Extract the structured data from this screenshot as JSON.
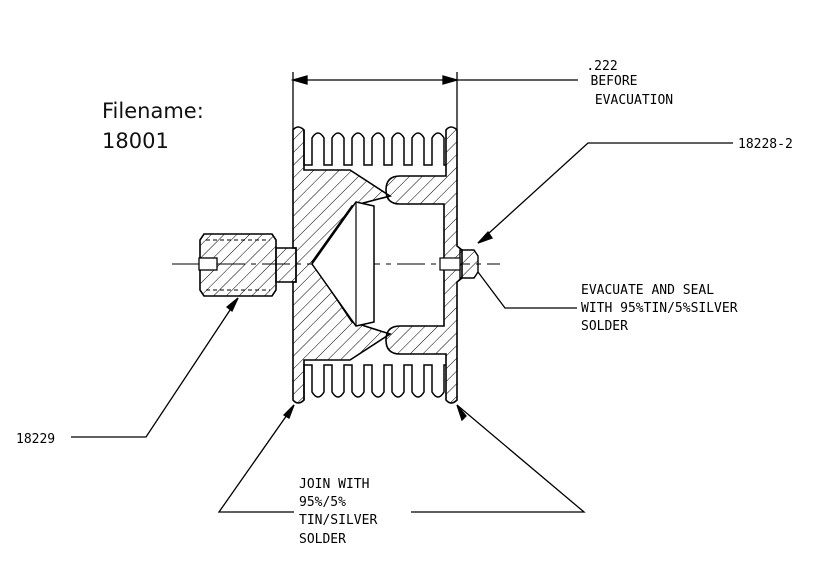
{
  "filename": {
    "label": "Filename:",
    "value": "18001"
  },
  "dimension": {
    "value": ".222",
    "note_line1": "BEFORE",
    "note_line2": "EVACUATION"
  },
  "callouts": {
    "part_plug": "18228-2",
    "part_screw": "18229",
    "evacuate_note": [
      "EVACUATE AND SEAL",
      "WITH 95%TIN/5%SILVER",
      "SOLDER"
    ],
    "join_note": [
      "JOIN WITH",
      "95%/5%",
      "TIN/SILVER",
      "SOLDER"
    ]
  },
  "colors": {
    "ink": "#000000",
    "background": "#ffffff"
  }
}
